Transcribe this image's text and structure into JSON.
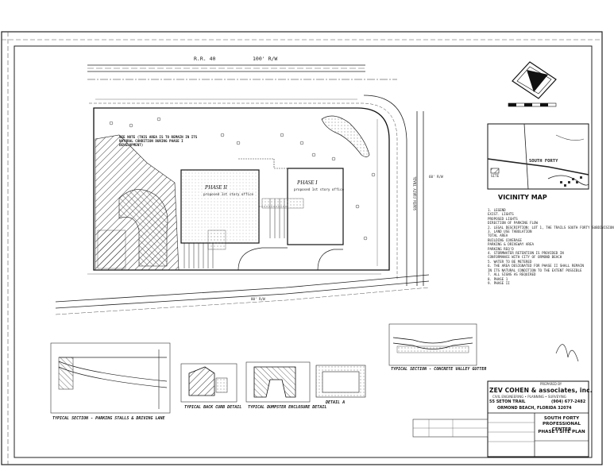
{
  "header": {
    "row_label": "R.R. 40",
    "row_width": "100' R/W"
  },
  "plan": {
    "phase_1_label": "PHASE I",
    "phase_2_label": "PHASE II",
    "phase_sub": "proposed 1st story office",
    "existing_note": "SEE NOTE (THIS AREA IS TO REMAIN IN ITS NATURAL CONDITION DURING PHASE I DEVELOPMENT)",
    "road_label": "SOUTH FORTY TRAIL",
    "row_right": "60' R/W",
    "row_bottom": "80' R/W"
  },
  "vicinity": {
    "title": "VICINITY MAP",
    "label_south_forty": "SOUTH FORTY",
    "label_site": "SITE"
  },
  "notes": [
    "1. LEGEND",
    "   EXIST. LIGHTS",
    "   PROPOSED LIGHTS",
    "   DIRECTION OF PARKING FLOW",
    "2. LEGAL DESCRIPTION: LOT 1, THE TRAILS SOUTH FORTY SUBDIVISION",
    "3. LAND USE TABULATION",
    "   TOTAL AREA",
    "   BUILDING COVERAGE",
    "   PARKING & DRIVEWAY AREA",
    "   PARKING REQ'D",
    "4. STORMWATER RETENTION IS PROVIDED IN",
    "   CONFORMANCE WITH CITY OF ORMOND BEACH",
    "5. WATER TO BE METERED",
    "6. THE AREA DESIGNATED FOR PHASE II SHALL REMAIN",
    "   IN ITS NATURAL CONDITION TO THE EXTENT POSSIBLE",
    "7. ALL SIGNS AS REQUIRED",
    "8. PHASE 1",
    "9. PHASE II"
  ],
  "details": {
    "parking_section": "TYPICAL SECTION - PARKING STALLS & DRIVING LANE",
    "curb_detail": "TYPICAL BACK CURB DETAIL",
    "dumpster_detail": "TYPICAL DUMPSTER ENCLOSURE DETAIL",
    "valley_gutter": "TYPICAL SECTION - CONCRETE VALLEY GUTTER",
    "detail_a": "DETAIL A"
  },
  "title_block": {
    "prepared_by": "PREPARED BY",
    "firm": "ZEV COHEN & associates, inc.",
    "firm_sub": "CIVIL ENGINEERING • PLANNING • SURVEYING",
    "address": "55 SETON TRAIL",
    "phone": "(904) 677-2482",
    "city": "ORMOND BEACH, FLORIDA 32074",
    "project_line1": "SOUTH FORTY",
    "project_line2": "PROFESSIONAL CENTER",
    "project_line3": "PHASE I SITE PLAN"
  },
  "colors": {
    "ink": "#111111",
    "paper": "#ffffff",
    "hatch": "#333333"
  }
}
